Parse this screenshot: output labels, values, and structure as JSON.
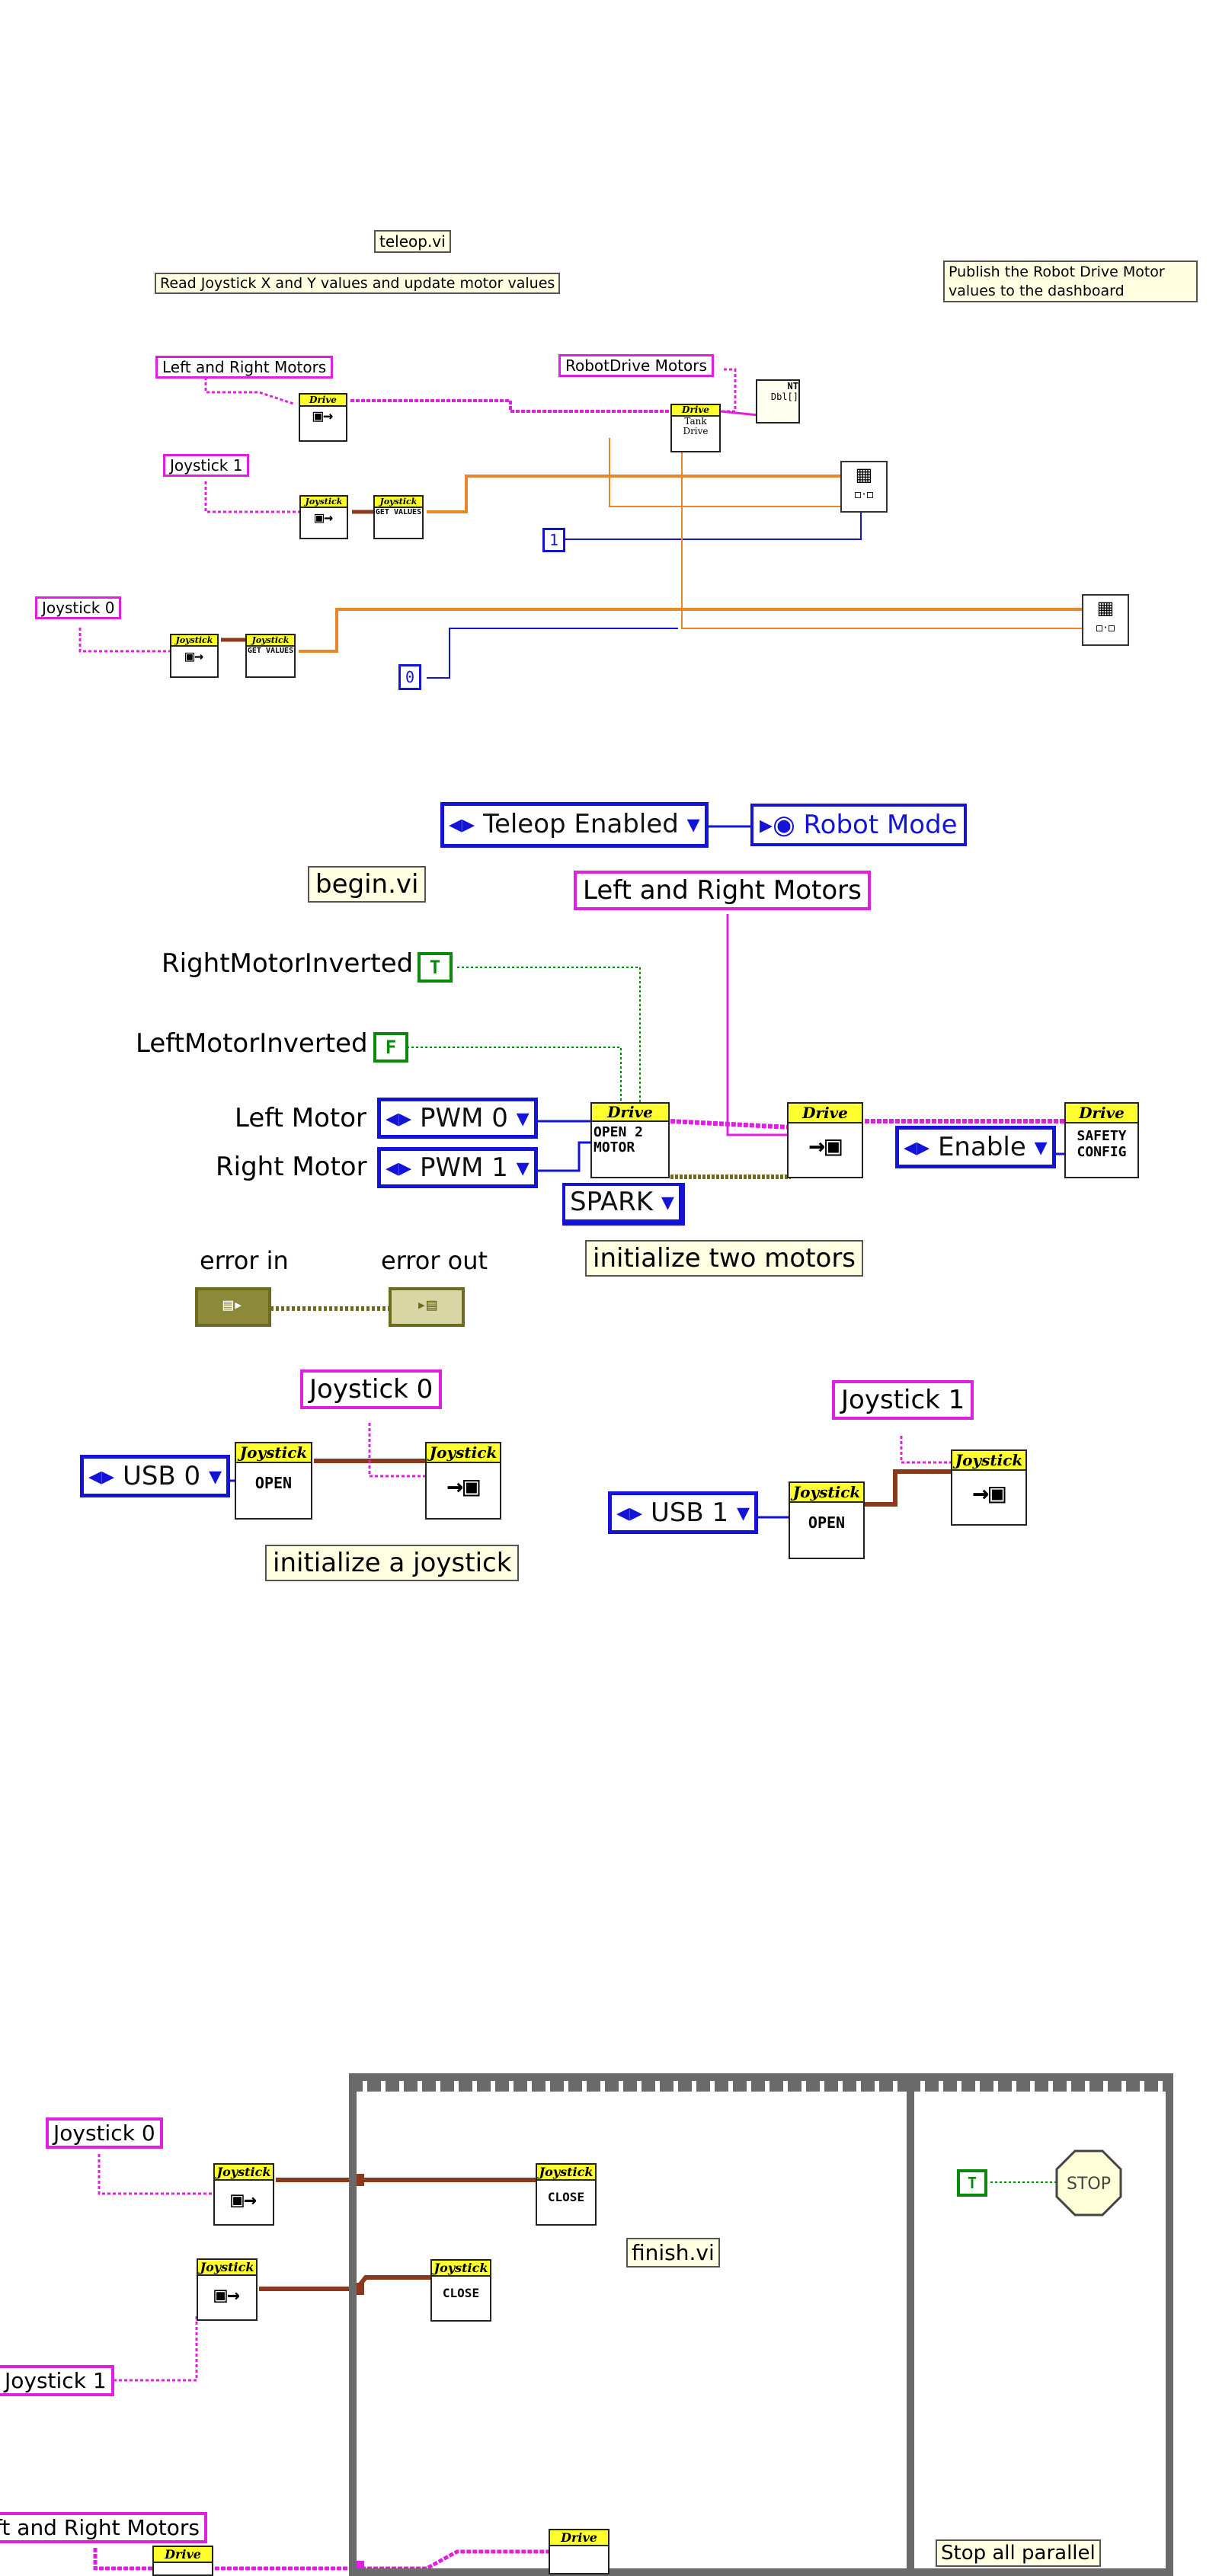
{
  "teleop": {
    "vi_name": "teleop.vi",
    "description": "Read Joystick X and Y values and update motor values",
    "publish_note": "Publish the Robot Drive Motor values to the dashboard",
    "ref_left_right": "Left and Right Motors",
    "ref_robotdrive": "RobotDrive Motors",
    "ref_joystick1": "Joystick 1",
    "ref_joystick0": "Joystick 0",
    "drive_header": "Drive",
    "tank_drive": "Tank Drive",
    "joystick_header": "Joystick",
    "get_values": "GET VALUES",
    "nt_label": "NT",
    "dbl_label": "Dbl[]",
    "const_1": "1",
    "const_0": "0"
  },
  "begin": {
    "mode_ring": "Teleop Enabled",
    "robot_mode": "Robot Mode",
    "vi_name": "begin.vi",
    "ref_left_right": "Left and Right Motors",
    "right_inverted_label": "RightMotorInverted",
    "right_inverted_value": "T",
    "left_inverted_label": "LeftMotorInverted",
    "left_inverted_value": "F",
    "left_motor_label": "Left Motor",
    "left_motor_value": "PWM 0",
    "right_motor_label": "Right Motor",
    "right_motor_value": "PWM 1",
    "drive_header": "Drive",
    "open_2motor": "OPEN 2 MOTOR",
    "enable_value": "Enable",
    "safety_config": "SAFETY CONFIG",
    "controller_type": "SPARK",
    "init_motors_note": "initialize two motors",
    "error_in": "error in",
    "error_out": "error out",
    "ref_joystick0": "Joystick 0",
    "usb0": "USB 0",
    "joystick_header": "Joystick",
    "open_label": "OPEN",
    "init_joystick_note": "initialize a joystick",
    "ref_joystick1": "Joystick 1",
    "usb1": "USB 1"
  },
  "finish": {
    "ref_joystick0": "Joystick 0",
    "ref_joystick1": "Joystick 1",
    "ref_left_right": "Left and Right Motors",
    "joystick_header": "Joystick",
    "drive_header": "Drive",
    "close_label": "CLOSE",
    "vi_name": "finish.vi",
    "true_const": "T",
    "stop_label": "STOP",
    "stop_note": "Stop all parallel"
  },
  "colors": {
    "reference_wire": "#e020e0",
    "joystick_wire": "#e8862a",
    "refnum_wire": "#8a3a1a",
    "integer_wire": "#1414d8",
    "boolean_wire": "#0a8a0a",
    "error_wire": "#6d6b1e",
    "vi_header": "#ffff30"
  },
  "icons": [
    "robot-drive-vi-icon",
    "joystick-vi-icon",
    "array-build-icon",
    "stop-sign-icon",
    "refnum-icon",
    "globe-icon"
  ]
}
